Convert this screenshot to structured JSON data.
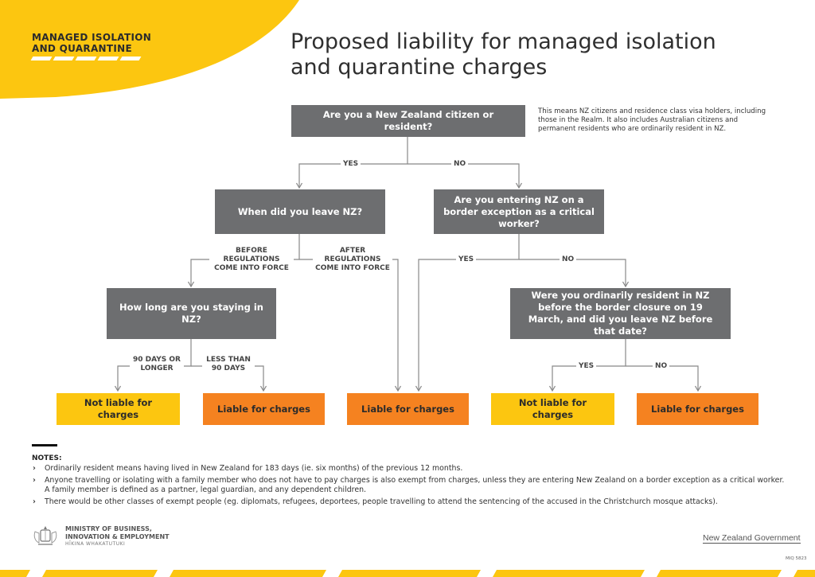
{
  "brand": {
    "line1": "MANAGED ISOLATION",
    "line2": "AND QUARANTINE"
  },
  "title": {
    "line1": "Proposed liability for managed isolation",
    "line2": "and quarantine charges"
  },
  "side_note": "This means NZ citizens and residence class visa holders, including those in the Realm. It also includes Australian citizens and permanent residents who are ordinarily resident in NZ.",
  "questions": {
    "q1": "Are you a New Zealand citizen or resident?",
    "q2": "When did you leave NZ?",
    "q3": "Are you entering NZ on a border exception as a critical worker?",
    "q4": "How long are you staying in NZ?",
    "q5": "Were you ordinarily resident in NZ before the border closure on 19 March, and did you leave NZ before that date?"
  },
  "branch_labels": {
    "q1_yes": "YES",
    "q1_no": "NO",
    "q2_before": "BEFORE REGULATIONS COME INTO FORCE",
    "q2_after": "AFTER REGULATIONS COME INTO FORCE",
    "q3_yes": "YES",
    "q3_no": "NO",
    "q4_90": "90 DAYS OR LONGER",
    "q4_less": "LESS THAN 90 DAYS",
    "q5_yes": "YES",
    "q5_no": "NO"
  },
  "outcomes": {
    "o1": "Not liable for charges",
    "o2": "Liable for charges",
    "o3": "Liable for charges",
    "o4": "Not liable for charges",
    "o5": "Liable for charges"
  },
  "notes": {
    "heading": "NOTES:",
    "items": [
      "Ordinarily resident means having lived in New Zealand for 183 days (ie. six months) of the previous 12 months.",
      "Anyone travelling or isolating with a family member who does not have to pay charges is also exempt from charges, unless they are entering New Zealand on a border exception as a critical worker. A family member is defined as a partner, legal guardian, and any dependent children.",
      "There would be other classes of exempt people (eg. diplomats, refugees, deportees, people travelling to attend the sentencing of the accused in the Christchurch mosque attacks)."
    ]
  },
  "footer": {
    "ministry_line1": "MINISTRY OF BUSINESS,",
    "ministry_line2": "INNOVATION & EMPLOYMENT",
    "ministry_sub": "HĪKINA WHAKATUTUKI",
    "nz_government": "New Zealand Government",
    "doc_code": "MIQ 5823"
  },
  "colors": {
    "accent_yellow": "#fcc610",
    "outcome_orange": "#f58220",
    "question_grey": "#6d6e70"
  },
  "icons": {
    "crest": "nz-coat-of-arms-icon"
  }
}
